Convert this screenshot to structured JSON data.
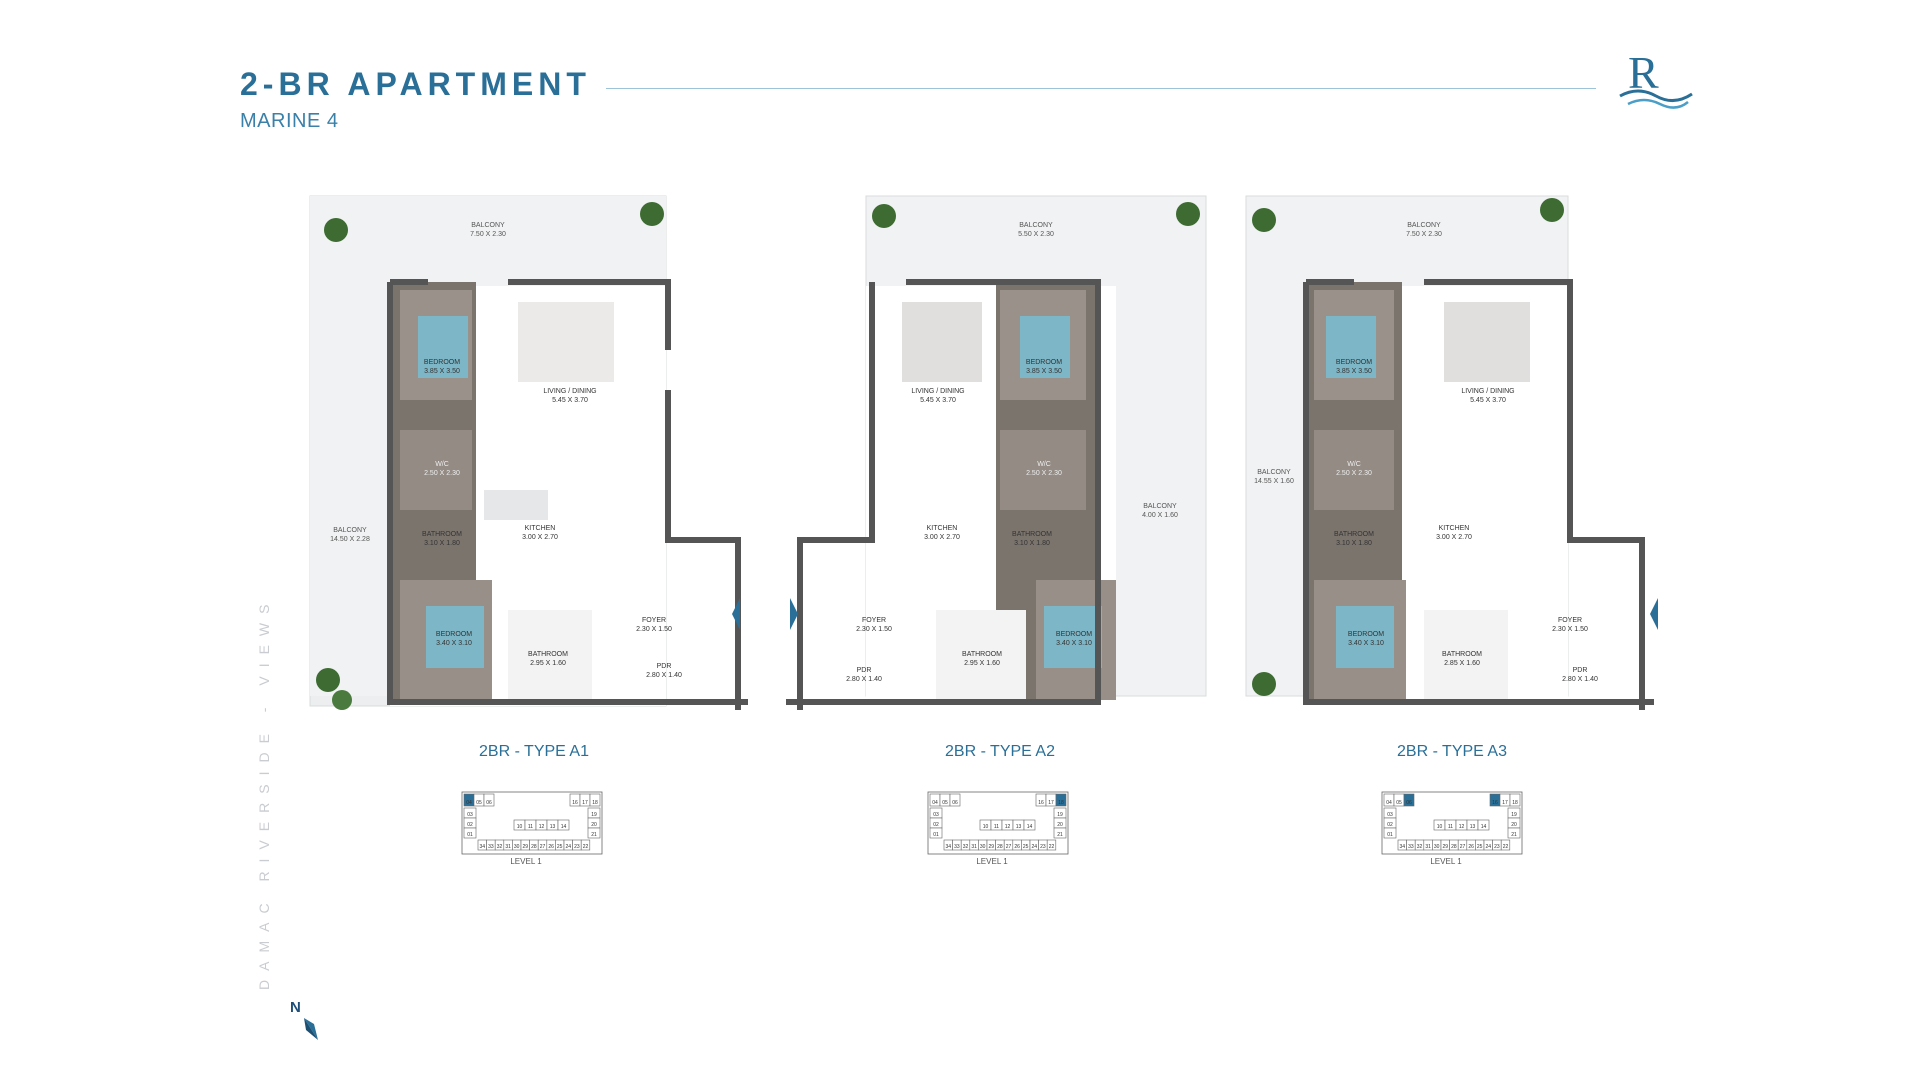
{
  "header": {
    "title": "2-BR APARTMENT",
    "subtitle": "MARINE 4"
  },
  "brand": {
    "logo_letter": "R",
    "side_text": "DAMAC RIVERSIDE - VIEWS",
    "accent": "#2a6f97"
  },
  "compass": {
    "letter": "N"
  },
  "plans": [
    {
      "type_label": "2BR - TYPE A1",
      "rooms": {
        "balcony_top": "BALCONY",
        "balcony_top_dim": "7.50 X 2.30",
        "bedroom1": "BEDROOM",
        "bedroom1_dim": "3.85 X 3.50",
        "living": "LIVING / DINING",
        "living_dim": "5.45 X 3.70",
        "wic": "W/C",
        "wic_dim": "2.50 X 2.30",
        "balcony_side": "BALCONY",
        "balcony_side_dim": "14.50 X 2.28",
        "bathroom1": "BATHROOM",
        "bathroom1_dim": "3.10 X 1.80",
        "kitchen": "KITCHEN",
        "kitchen_dim": "3.00 X 2.70",
        "foyer": "FOYER",
        "foyer_dim": "2.30 X 1.50",
        "bedroom2": "BEDROOM",
        "bedroom2_dim": "3.40 X 3.10",
        "bathroom2": "BATHROOM",
        "bathroom2_dim": "2.95 X 1.60",
        "pdr": "PDR",
        "pdr_dim": "2.80 X 1.40"
      },
      "key": {
        "level": "LEVEL 1"
      }
    },
    {
      "type_label": "2BR - TYPE A2",
      "rooms": {
        "balcony_top": "BALCONY",
        "balcony_top_dim": "5.50 X 2.30",
        "living": "LIVING / DINING",
        "living_dim": "5.45 X 3.70",
        "bedroom1": "BEDROOM",
        "bedroom1_dim": "3.85 X 3.50",
        "wic": "W/C",
        "wic_dim": "2.50 X 2.30",
        "balcony_side": "BALCONY",
        "balcony_side_dim": "4.00 X 1.60",
        "kitchen": "KITCHEN",
        "kitchen_dim": "3.00 X 2.70",
        "bathroom1": "BATHROOM",
        "bathroom1_dim": "3.10 X 1.80",
        "foyer": "FOYER",
        "foyer_dim": "2.30 X 1.50",
        "bathroom2": "BATHROOM",
        "bathroom2_dim": "2.95 X 1.60",
        "bedroom2": "BEDROOM",
        "bedroom2_dim": "3.40 X 3.10",
        "pdr": "PDR",
        "pdr_dim": "2.80 X 1.40"
      },
      "key": {
        "level": "LEVEL 1"
      }
    },
    {
      "type_label": "2BR - TYPE A3",
      "rooms": {
        "balcony_top": "BALCONY",
        "balcony_top_dim": "7.50 X 2.30",
        "bedroom1": "BEDROOM",
        "bedroom1_dim": "3.85 X 3.50",
        "living": "LIVING / DINING",
        "living_dim": "5.45 X 3.70",
        "wic": "W/C",
        "wic_dim": "2.50 X 2.30",
        "balcony_side": "BALCONY",
        "balcony_side_dim": "14.55 X 1.60",
        "bathroom1": "BATHROOM",
        "bathroom1_dim": "3.10 X 1.80",
        "kitchen": "KITCHEN",
        "kitchen_dim": "3.00 X 2.70",
        "foyer": "FOYER",
        "foyer_dim": "2.30 X 1.50",
        "bedroom2": "BEDROOM",
        "bedroom2_dim": "3.40 X 3.10",
        "bathroom2": "BATHROOM",
        "bathroom2_dim": "2.85 X 1.60",
        "pdr": "PDR",
        "pdr_dim": "2.80 X 1.40"
      },
      "key": {
        "level": "LEVEL 1"
      }
    }
  ],
  "key_units": {
    "top": [
      "04",
      "05",
      "06",
      "16",
      "17",
      "18"
    ],
    "bottom": [
      "34",
      "33",
      "32",
      "31",
      "30",
      "29",
      "28",
      "27",
      "26",
      "25",
      "24",
      "23",
      "22"
    ],
    "middle": [
      "10",
      "11",
      "12",
      "13",
      "14"
    ],
    "left": [
      "03",
      "02",
      "01"
    ],
    "right": [
      "19",
      "20",
      "21"
    ]
  }
}
